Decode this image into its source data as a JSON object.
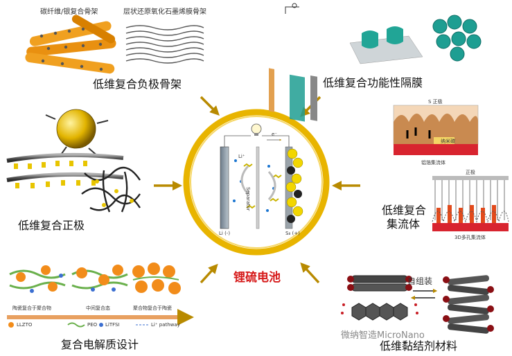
{
  "center": {
    "title": "锂硫电池",
    "anode_label": "Li (-)",
    "cathode_label": "S₈ (+)",
    "separator_label": "Separator",
    "electron_label": "e⁻",
    "ion_label": "Li⁺"
  },
  "panels": {
    "anode_skeleton": {
      "title": "低维复合负极骨架",
      "sub_left": "碳纤维/银复合骨架",
      "sub_right": "层状还原氧化石墨烯膜骨架"
    },
    "separator": {
      "title": "低维复合功能性隔膜"
    },
    "cathode": {
      "title": "低维复合正极"
    },
    "collector": {
      "title_line1": "低维复合",
      "title_line2": "集流体",
      "top_label": "S 正极",
      "top_nano": "纳米碳",
      "top_bottom": "铝箔集流体",
      "bottom_top": "正极",
      "bottom_bottom": "3D多孔集流体"
    },
    "electrolyte": {
      "title": "复合电解质设计",
      "stage1": "陶瓷复合于聚合物",
      "stage2": "中间复合态",
      "stage3": "聚合物复合于陶瓷",
      "legend_llzto": "LLZTO",
      "legend_peo": "PEO",
      "legend_litfsi": "LiTFSI",
      "legend_path": "Li⁺ pathway"
    },
    "binder": {
      "title": "低维黏结剂材料",
      "self_assembly": "自组装"
    }
  },
  "watermark": "微纳智造MicroNano",
  "colors": {
    "ring": "#e8b400",
    "arrow": "#b88a00",
    "title_red": "#d61a1a",
    "sulfur": "#f2d600",
    "teal": "#1e9e92"
  }
}
